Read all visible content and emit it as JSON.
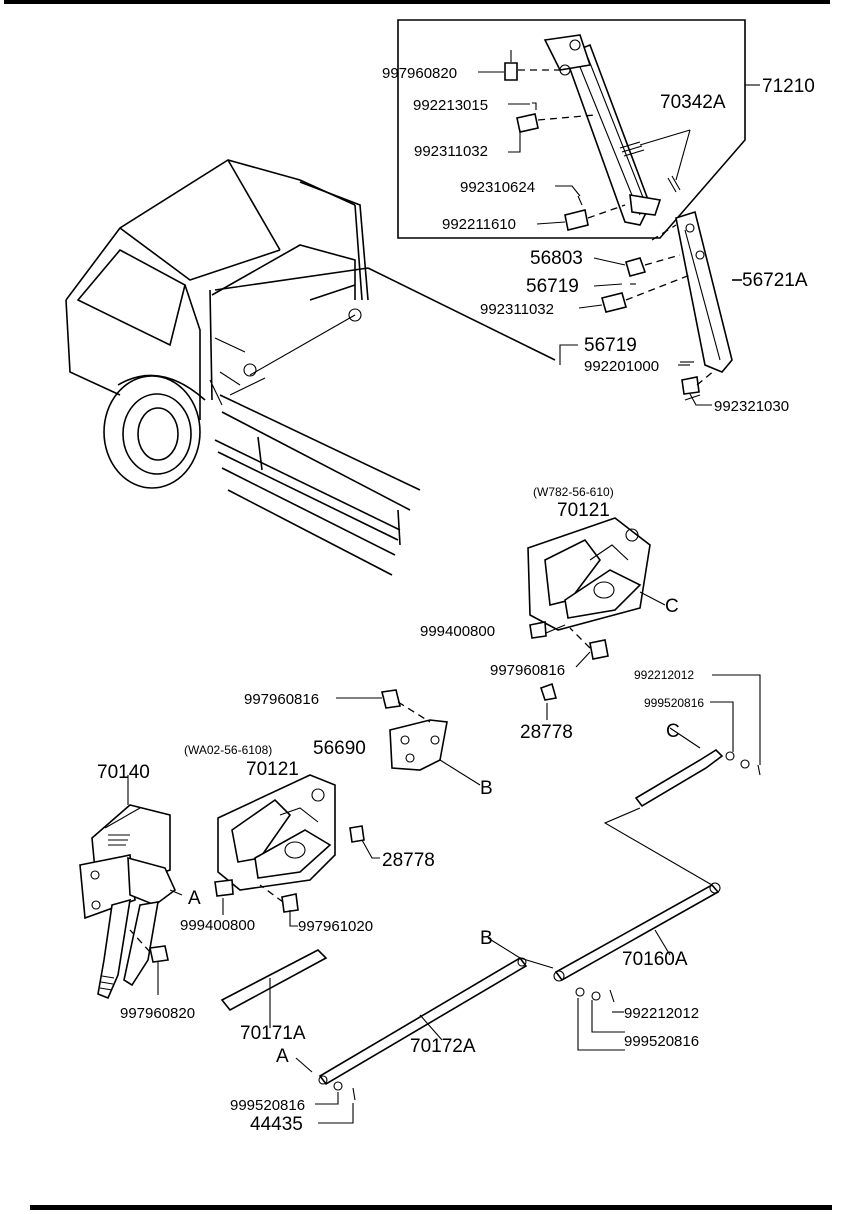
{
  "parts": {
    "p71210": "71210",
    "p997960820_top": "997960820",
    "p992213015": "992213015",
    "p992311032_top": "992311032",
    "p70342A": "70342A",
    "p992310624": "992310624",
    "p992211610": "992211610",
    "p56803": "56803",
    "p56719_a": "56719",
    "p56721A": "56721A",
    "p992311032_mid": "992311032",
    "p56719_b": "56719",
    "p992201000": "992201000",
    "p992321030": "992321030",
    "w782": "(W782-56-610)",
    "p70121_right": "70121",
    "p999400800_right": "999400800",
    "p997960816_right": "997960816",
    "p28778_right": "28778",
    "p992212012_top": "992212012",
    "p999520816_top": "999520816",
    "labelC_right": "C",
    "labelC_rod": "C",
    "p997960816_left": "997960816",
    "p56690": "56690",
    "wa02": "(WA02-56-6108)",
    "p70121_left": "70121",
    "labelB_bracket": "B",
    "p70140": "70140",
    "labelA_box": "A",
    "p28778_left": "28778",
    "p999400800_left": "999400800",
    "p997961020": "997961020",
    "p997960820_bottom": "997960820",
    "labelB_rod": "B",
    "p70160A": "70160A",
    "p992212012_bottom": "992212012",
    "p999520816_bottom": "999520816",
    "p70171A": "70171A",
    "p70172A": "70172A",
    "labelA_rod": "A",
    "p999520816_left": "999520816",
    "p44435": "44435"
  }
}
